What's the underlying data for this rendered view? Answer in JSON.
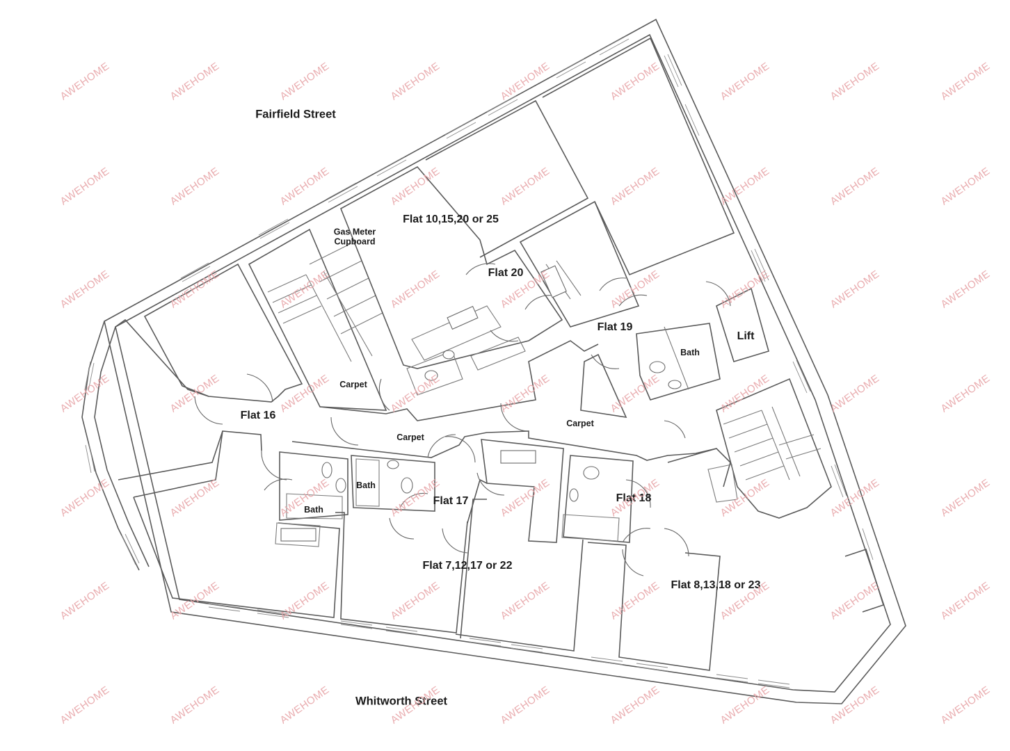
{
  "streets": {
    "north": "Fairfield Street",
    "south": "Whitworth Street"
  },
  "labels": {
    "flat_10_15_20_25": "Flat 10,15,20 or 25",
    "flat_20": "Flat 20",
    "flat_19": "Flat 19",
    "flat_16": "Flat 16",
    "flat_17": "Flat 17",
    "flat_18": "Flat 18",
    "flat_7_12_17_22": "Flat 7,12,17 or 22",
    "flat_8_13_18_23": "Flat 8,13,18 or 23",
    "gas_meter": "Gas Meter\nCupboard",
    "lift": "Lift",
    "bath_a": "Bath",
    "bath_b": "Bath",
    "bath_c": "Bath",
    "carpet_a": "Carpet",
    "carpet_b": "Carpet",
    "carpet_c": "Carpet"
  },
  "watermark": {
    "text": "AWEHOME",
    "color": "#e7a4a7"
  },
  "colors": {
    "wall": "#5a5a5a",
    "text": "#1a1a1a",
    "background": "#ffffff"
  }
}
